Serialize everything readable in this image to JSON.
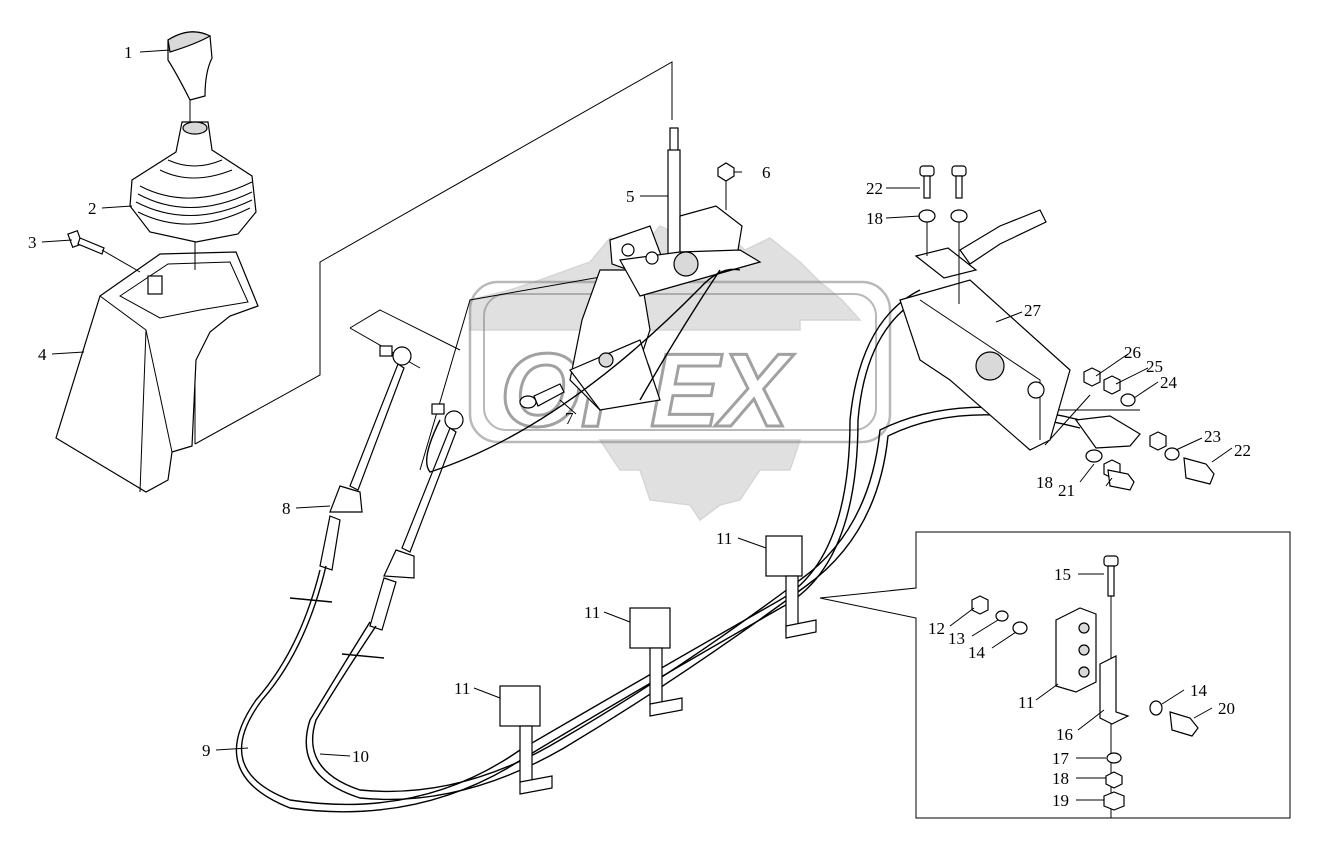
{
  "watermark": {
    "text": "OPEX"
  },
  "labels": [
    {
      "id": "1",
      "text": "1"
    },
    {
      "id": "2",
      "text": "2"
    },
    {
      "id": "3",
      "text": "3"
    },
    {
      "id": "4",
      "text": "4"
    },
    {
      "id": "5",
      "text": "5"
    },
    {
      "id": "6",
      "text": "6"
    },
    {
      "id": "7",
      "text": "7"
    },
    {
      "id": "8",
      "text": "8"
    },
    {
      "id": "9",
      "text": "9"
    },
    {
      "id": "10",
      "text": "10"
    },
    {
      "id": "11a",
      "text": "11"
    },
    {
      "id": "11b",
      "text": "11"
    },
    {
      "id": "11c",
      "text": "11"
    },
    {
      "id": "11d",
      "text": "11"
    },
    {
      "id": "12",
      "text": "12"
    },
    {
      "id": "13",
      "text": "13"
    },
    {
      "id": "14a",
      "text": "14"
    },
    {
      "id": "14b",
      "text": "14"
    },
    {
      "id": "15",
      "text": "15"
    },
    {
      "id": "16",
      "text": "16"
    },
    {
      "id": "17",
      "text": "17"
    },
    {
      "id": "18a",
      "text": "18"
    },
    {
      "id": "18b",
      "text": "18"
    },
    {
      "id": "18c",
      "text": "18"
    },
    {
      "id": "19",
      "text": "19"
    },
    {
      "id": "20",
      "text": "20"
    },
    {
      "id": "21",
      "text": "21"
    },
    {
      "id": "22a",
      "text": "22"
    },
    {
      "id": "22b",
      "text": "22"
    },
    {
      "id": "23",
      "text": "23"
    },
    {
      "id": "24",
      "text": "24"
    },
    {
      "id": "25",
      "text": "25"
    },
    {
      "id": "26",
      "text": "26"
    },
    {
      "id": "27",
      "text": "27"
    }
  ]
}
